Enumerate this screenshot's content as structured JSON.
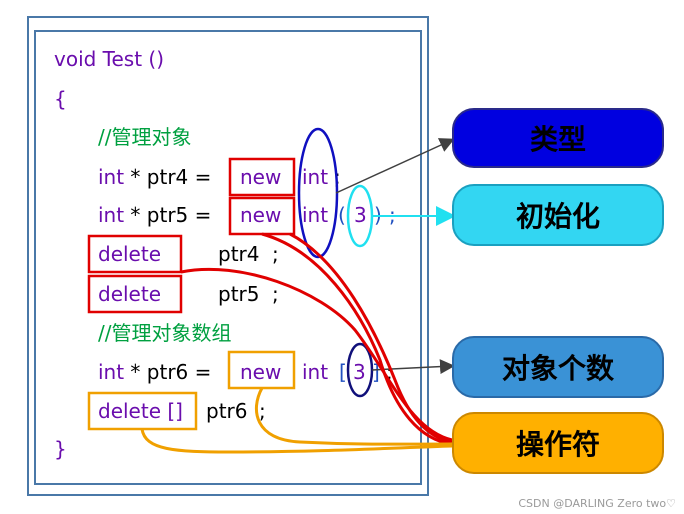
{
  "code": {
    "line1": "void Test ()",
    "line2": "{",
    "comment1": "//管理对象",
    "l4_kw": "int",
    "l4_mid": " * ptr4 = ",
    "l4_new": "new",
    "l4_type": "int",
    "l4_end": ";",
    "l5_kw": "int",
    "l5_mid": " * ptr5 = ",
    "l5_new": "new",
    "l5_type": "int",
    "l5_paren_open": "(",
    "l5_val": "3",
    "l5_paren_close": ")",
    "l5_end": ";",
    "l6_kw": "delete",
    "l6_var": "ptr4",
    "l6_end": ";",
    "l7_kw": "delete",
    "l7_var": "ptr5",
    "l7_end": ";",
    "comment2": "//管理对象数组",
    "l9_kw": "int",
    "l9_mid": " * ptr6 = ",
    "l9_new": "new",
    "l9_type": "int",
    "l9_br_open": "[",
    "l9_val": "3",
    "l9_br_close": "]",
    "l9_end": ";",
    "l10_kw": "delete []",
    "l10_var": "ptr6",
    "l10_end": ";",
    "line11": "}"
  },
  "labels": {
    "type": "类型",
    "init": "初始化",
    "count": "对象个数",
    "operator": "操作符"
  },
  "colors": {
    "red": "#e00000",
    "blue": "#1010c0",
    "cyan": "#20e0f0",
    "navy": "#10107a",
    "orange": "#f0a000",
    "gray": "#404040"
  },
  "watermark": "CSDN @DARLING Zero two♡"
}
